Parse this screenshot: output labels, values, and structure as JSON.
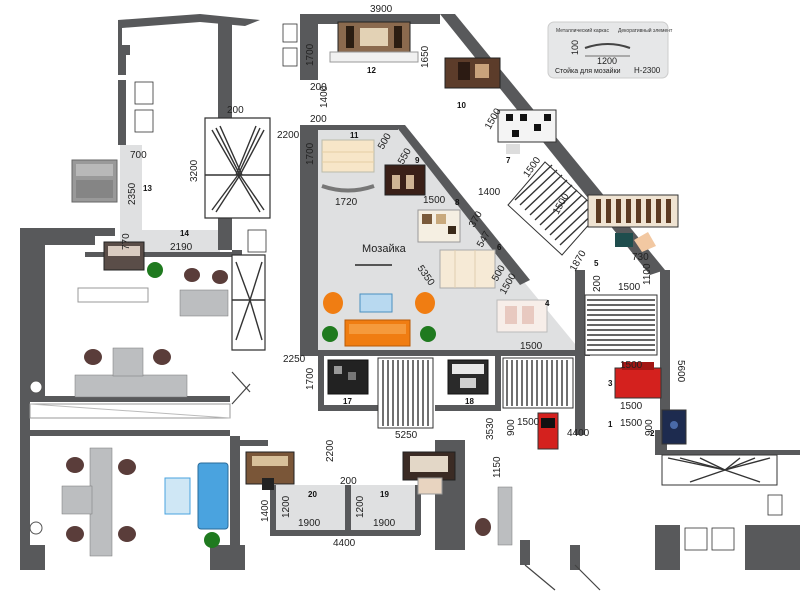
{
  "plan": {
    "room_label": "Мозайка",
    "legend": {
      "caption": "Стойка для мозайки",
      "height_code": "H-2300",
      "dim_width": "1200",
      "dim_depth": "100",
      "note_left": "Металлический каркас",
      "note_right": "Декоративный элемент"
    },
    "dimensions": {
      "d3900": "3900",
      "d1700a": "1700",
      "d1650": "1650",
      "d200a": "200",
      "d1400a": "1400",
      "d200b": "200",
      "d200c": "200",
      "d2200a": "2200",
      "d3200": "3200",
      "d700": "700",
      "d2350": "2350",
      "d770": "770",
      "d2190": "2190",
      "d1700b": "1700",
      "d1720": "1720",
      "d550": "550",
      "d500a": "500",
      "d1500a": "1500",
      "d1500b": "1500",
      "d1400b": "1400",
      "d1500c": "1500",
      "d370": "370",
      "d547": "547",
      "d5350": "5350",
      "d1500d": "1500",
      "d500b": "500",
      "d1500e": "1500",
      "d1500f": "1500",
      "d1870": "1870",
      "d1500g": "1500",
      "d730": "730",
      "d1100": "1100",
      "d200d": "200",
      "d1500h": "1500",
      "d5600": "5600",
      "d1500i": "1500",
      "d1500j": "1500",
      "d1500k": "1500",
      "d900a": "900",
      "d1500l": "1500",
      "d2250": "2250",
      "d1700c": "1700",
      "d5250": "5250",
      "d3530": "3530",
      "d900b": "900",
      "d1500m": "1500",
      "d4400a": "4400",
      "d2200b": "2200",
      "d200e": "200",
      "d1150": "1150",
      "d1400c": "1400",
      "d1200a": "1200",
      "d1200b": "1200",
      "d1900a": "1900",
      "d1900b": "1900",
      "d4400b": "4400"
    },
    "numbers": {
      "n1": "1",
      "n2": "2",
      "n3": "3",
      "n4": "4",
      "n5": "5",
      "n6": "6",
      "n7": "7",
      "n8": "8",
      "n9": "9",
      "n10": "10",
      "n11": "11",
      "n12": "12",
      "n13": "13",
      "n14": "14",
      "n17": "17",
      "n18": "18",
      "n19": "19",
      "n20": "20"
    },
    "colors": {
      "wall": "#58595b",
      "zone": "#dfe0e1",
      "sofa": "#f07d12",
      "couch_blue": "#4aa3df",
      "stand_red": "#d4211e",
      "stand_navy": "#1d2b4f",
      "plant": "#1f7a1f"
    }
  }
}
